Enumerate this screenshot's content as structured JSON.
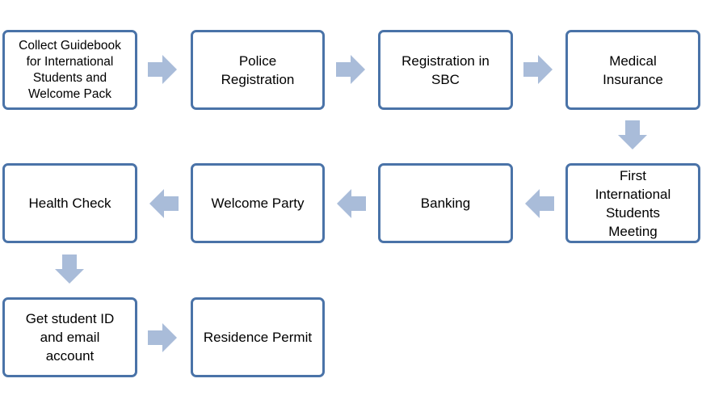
{
  "steps": [
    {
      "id": "guidebook",
      "label": "Collect Guidebook\nfor International\nStudents and\nWelcome Pack"
    },
    {
      "id": "police",
      "label": "Police\nRegistration"
    },
    {
      "id": "sbc",
      "label": "Registration in\nSBC"
    },
    {
      "id": "insurance",
      "label": "Medical\nInsurance"
    },
    {
      "id": "meeting",
      "label": "First\nInternational\nStudents\nMeeting"
    },
    {
      "id": "banking",
      "label": "Banking"
    },
    {
      "id": "party",
      "label": "Welcome Party"
    },
    {
      "id": "health",
      "label": "Health Check"
    },
    {
      "id": "studentid",
      "label": "Get student ID\nand email\naccount"
    },
    {
      "id": "residence",
      "label": "Residence Permit"
    }
  ],
  "colors": {
    "box_border": "#4a73a8",
    "arrow_fill": "#a9bcd9"
  },
  "icons": {
    "arrow": "arrow-icon"
  }
}
